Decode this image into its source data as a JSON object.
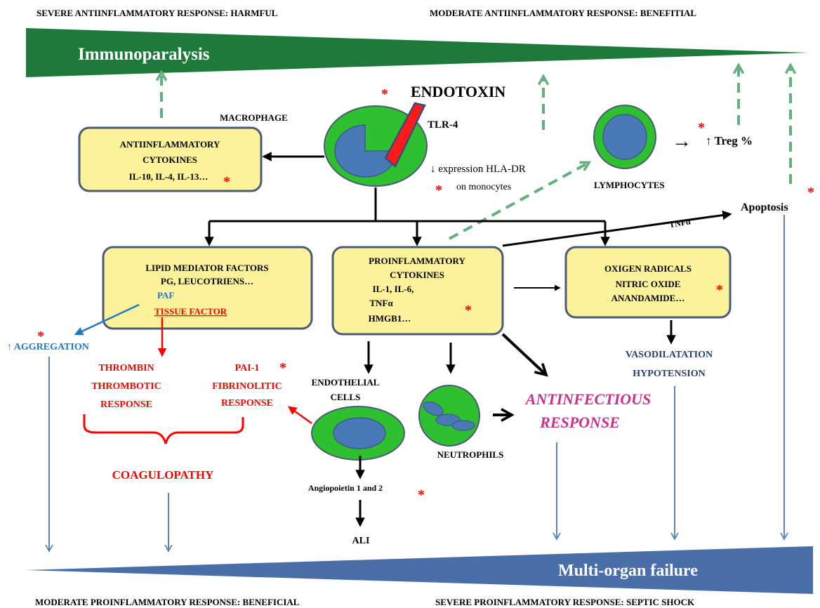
{
  "top": {
    "left_heading": "SEVERE ANTIINFLAMMATORY RESPONSE: HARMFUL",
    "right_heading": "MODERATE ANTIINFLAMMATORY RESPONSE: BENEFITIAL",
    "banner": "Immunoparalysis"
  },
  "bottom": {
    "banner": "Multi-organ failure",
    "left_heading": "MODERATE PROINFLAMMATORY RESPONSE:  BENEFICIAL",
    "right_heading": "SEVERE PROINFLAMMATORY RESPONSE:  SEPTIC SHOCK"
  },
  "star": "*",
  "macrophage": {
    "label": "MACROPHAGE",
    "endotoxin": "ENDOTOXIN",
    "tlr": "TLR-4",
    "hla_line1": "↓ expression  HLA-DR",
    "hla_line2": "on monocytes"
  },
  "lymphocytes": {
    "label": "LYMPHOCYTES",
    "treg": "↑ Treg %",
    "arrow": "→"
  },
  "apoptosis": {
    "label": "Apoptosis",
    "tnf": "TNFα"
  },
  "boxes": {
    "antiinflammatory": {
      "line1": "ANTIINFLAMMATORY",
      "line2": "CYTOKINES",
      "line3": "IL-10, IL-4, IL-13…"
    },
    "lipid": {
      "line1": "LIPID MEDIATOR FACTORS",
      "line2": "PG, LEUCOTRIENS…",
      "paf": "PAF",
      "tissue_factor": "TISSUE FACTOR"
    },
    "proinflammatory": {
      "line1": "PROINFLAMMATORY",
      "line2": "CYTOKINES",
      "line3": "IL-1, IL-6,",
      "line4": "TNFα",
      "line5": "HMGB1…"
    },
    "oxygen": {
      "line1": "OXIGEN RADICALS",
      "line2": "NITRIC OXIDE",
      "line3": "ANANDAMIDE…"
    }
  },
  "effects": {
    "aggregation": "↑ AGGREGATION",
    "thrombin1": "THROMBIN",
    "thrombin2": "THROMBOTIC",
    "thrombin3": "RESPONSE",
    "pai1": "PAI-1",
    "pai2": "FIBRINOLITIC",
    "pai3": "RESPONSE",
    "coagulopathy": "COAGULOPATHY",
    "endothelial1": "ENDOTHELIAL",
    "endothelial2": "CELLS",
    "angiopoietin": "Angiopoietin 1 and 2",
    "ali": "ALI",
    "neutrophils": "NEUTROPHILS",
    "antinfectious1": "ANTINFECTIOUS",
    "antinfectious2": "RESPONSE",
    "vaso1": "VASODILATATION",
    "vaso2": "HYPOTENSION"
  },
  "colors": {
    "green_banner": "#1e7a3a",
    "blue_banner": "#4a6fa8",
    "box_fill": "#fbf29a",
    "cell_green": "#2fc02f",
    "cell_blue": "#4a79b8",
    "red": "#ff0000",
    "blue_text": "#1f78c8",
    "magenta": "#cc2f8a",
    "navy": "#2a3f6e",
    "dashed_green": "#62b07e",
    "blue_arrow": "#5b83c0"
  }
}
